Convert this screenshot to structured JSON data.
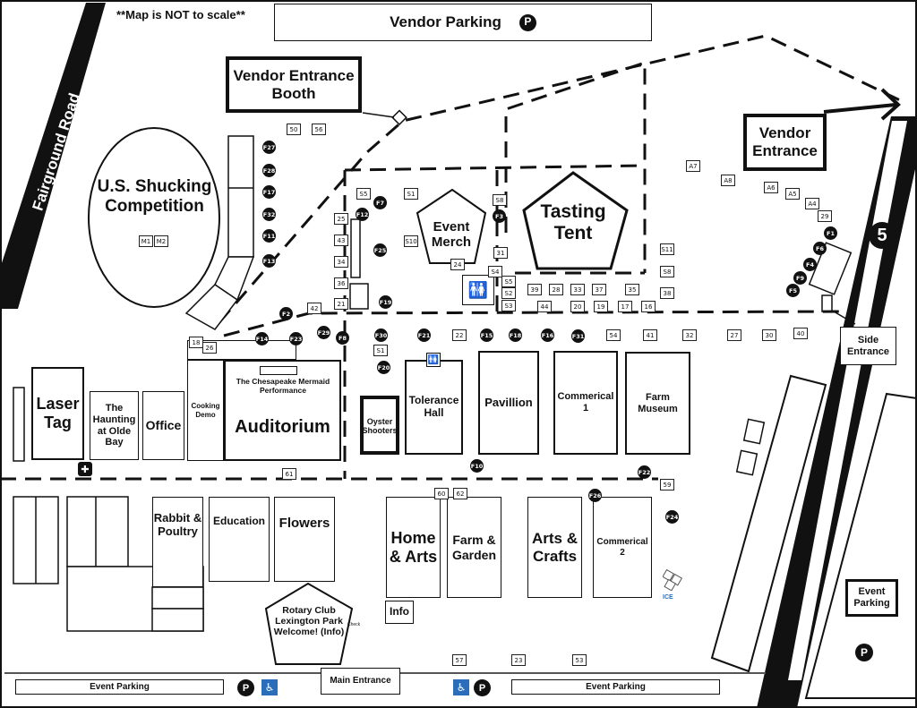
{
  "note": "**Map is NOT to scale**",
  "roads": {
    "fairground": "Fairground Road",
    "route": "5"
  },
  "top": {
    "vendor_parking": "Vendor Parking",
    "vendor_entrance_booth": "Vendor Entrance Booth",
    "vendor_entrance": "Vendor Entrance"
  },
  "areas": {
    "shucking": "U.S. Shucking Competition",
    "event_merch": "Event Merch",
    "tasting_tent": "Tasting Tent",
    "laser_tag": "Laser Tag",
    "haunting": "The Haunting at Olde Bay",
    "office": "Office",
    "cooking_demo": "Cooking Demo",
    "mermaid": "The Chesapeake Mermaid Performance",
    "auditorium": "Auditorium",
    "oyster_shooters": "Oyster Shooters",
    "tolerance_hall": "Tolerance Hall",
    "pavillion": "Pavillion",
    "commerical1": "Commerical 1",
    "farm_museum": "Farm Museum",
    "rabbit": "Rabbit & Poultry",
    "education": "Education",
    "flowers": "Flowers",
    "home_arts": "Home & Arts",
    "farm_garden": "Farm & Garden",
    "arts_crafts": "Arts & Crafts",
    "commerical2": "Commerical 2",
    "info": "Info",
    "rotary": "Rotary Club Lexington Park Welcome! (Info)",
    "check": "Check",
    "ice": "ICE",
    "side_entrance": "Side Entrance",
    "event_parking_right": "Event Parking"
  },
  "bottom": {
    "event_parking_left": "Event Parking",
    "main_entrance": "Main Entrance",
    "event_parking_right": "Event Parking"
  },
  "icons": {
    "parking": "P",
    "accessible": "♿"
  },
  "booths": [
    "50",
    "56",
    "M1",
    "M2",
    "S5",
    "S1",
    "S8",
    "S10",
    "S11",
    "25",
    "43",
    "34",
    "36",
    "21",
    "42",
    "24",
    "31",
    "S4",
    "S5",
    "S2",
    "S3",
    "39",
    "28",
    "33",
    "37",
    "35",
    "S8",
    "44",
    "20",
    "19",
    "17",
    "16",
    "38",
    "A7",
    "A8",
    "A6",
    "A5",
    "A4",
    "29",
    "18",
    "26",
    "22",
    "S1",
    "54",
    "41",
    "32",
    "27",
    "30",
    "40",
    "60",
    "62",
    "59",
    "61",
    "57",
    "23",
    "53"
  ],
  "food": [
    "F27",
    "F28",
    "F17",
    "F32",
    "F11",
    "F13",
    "F7",
    "F12",
    "F25",
    "F19",
    "F3",
    "F2",
    "F14",
    "F23",
    "F29",
    "F8",
    "F30",
    "F20",
    "F21",
    "F15",
    "F18",
    "F16",
    "F31",
    "F10",
    "F22",
    "F26",
    "F24",
    "F1",
    "F6",
    "F4",
    "F9",
    "F5"
  ],
  "colors": {
    "ink": "#111111",
    "paper": "#ffffff",
    "accessible": "#2a6ebb",
    "ice": "#2a6ebb"
  }
}
